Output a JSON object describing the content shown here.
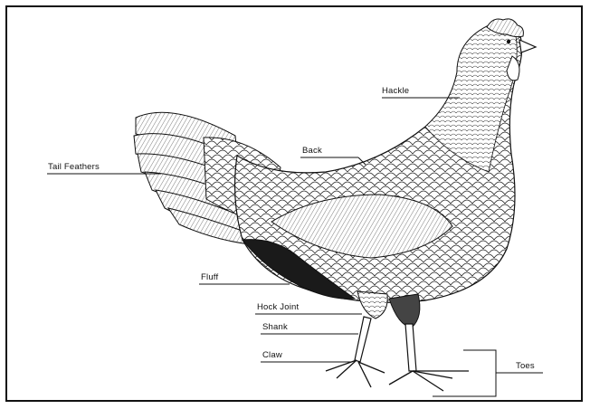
{
  "diagram": {
    "subject": "chicken",
    "labels": {
      "hackle": "Hackle",
      "back": "Back",
      "tail_feathers": "Tail Feathers",
      "fluff": "Fluff",
      "hock_joint": "Hock Joint",
      "shank": "Shank",
      "claw": "Claw",
      "toes": "Toes"
    }
  }
}
